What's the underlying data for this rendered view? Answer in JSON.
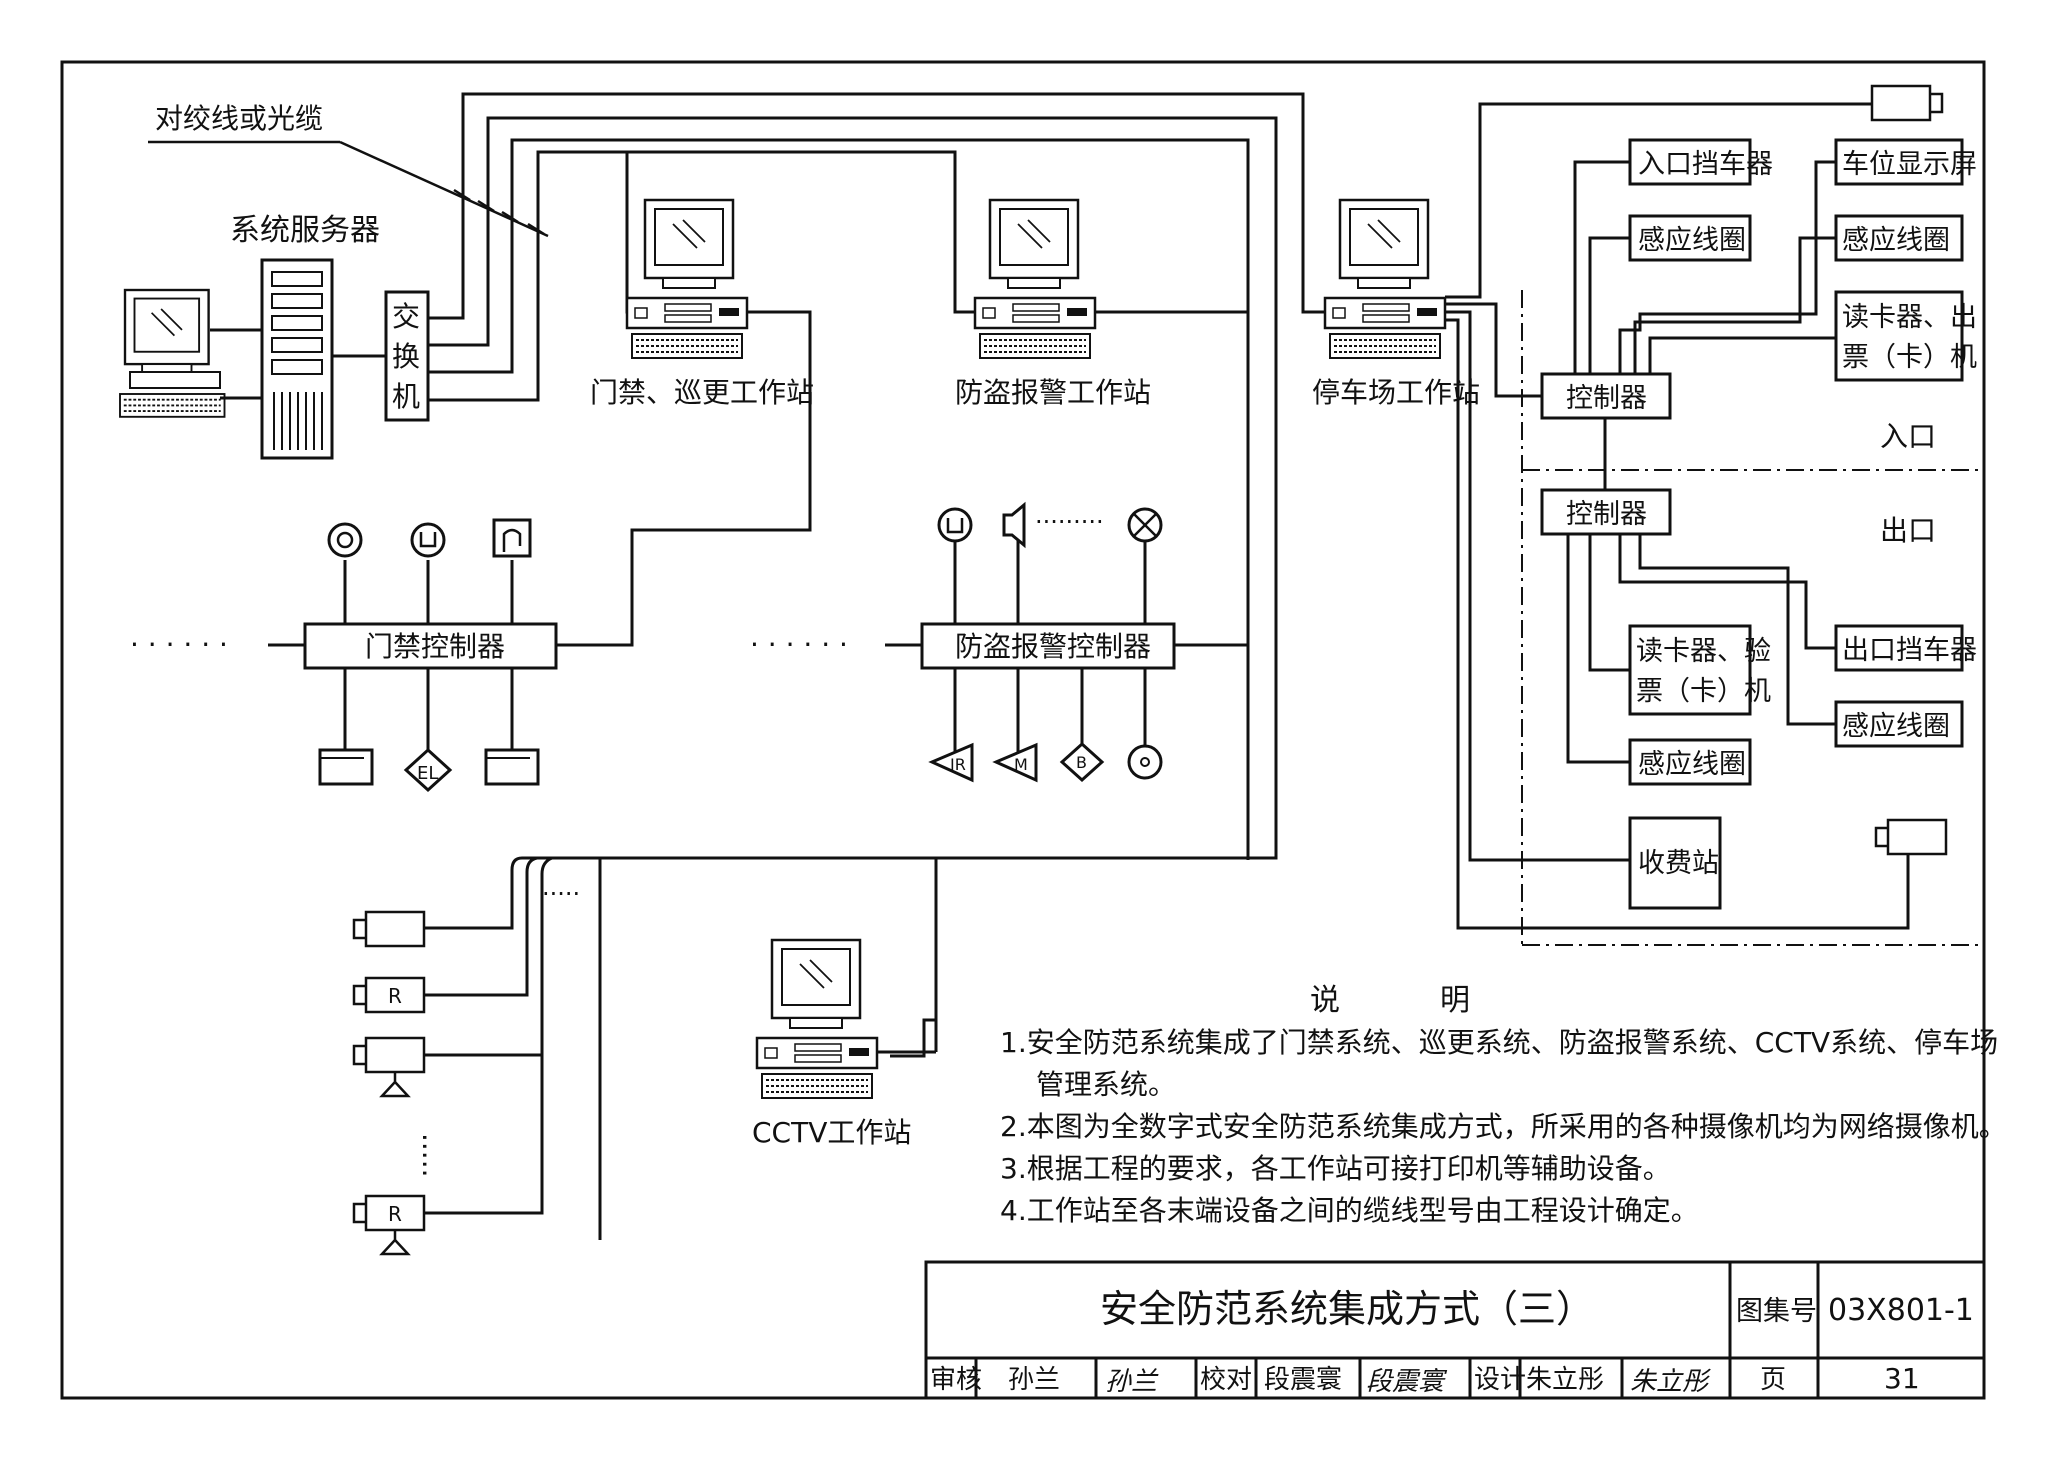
{
  "labels": {
    "cable_note": "对绞线或光缆",
    "server": "系统服务器",
    "switch_chars": [
      "交",
      "换",
      "机"
    ],
    "access_ws": "门禁、巡更工作站",
    "alarm_ws": "防盗报警工作站",
    "parking_ws": "停车场工作站",
    "cctv_ws": "CCTV工作站",
    "access_ctrl": "门禁控制器",
    "alarm_ctrl": "防盗报警控制器",
    "dots": "· · · · · ·",
    "dots_short": "·········",
    "dots_cam": "·····",
    "sym_el": "EL",
    "sym_ir": "IR",
    "sym_m": "M",
    "sym_b": "B",
    "sym_r": "R"
  },
  "parking": {
    "entry_barrier": "入口挡车器",
    "loop_1": "感应线圈",
    "space_display": "车位显示屏",
    "loop_2": "感应线圈",
    "card_issue_l1": "读卡器、出",
    "card_issue_l2": "票（卡）机",
    "controller_in": "控制器",
    "controller_out": "控制器",
    "entrance": "入口",
    "exit": "出口",
    "card_verify_l1": "读卡器、验",
    "card_verify_l2": "票（卡）机",
    "exit_barrier": "出口挡车器",
    "loop_3": "感应线圈",
    "loop_4": "感应线圈",
    "toll_station": "收费站"
  },
  "notes": {
    "title_a": "说",
    "title_b": "明",
    "n1": "1.安全防范系统集成了门禁系统、巡更系统、防盗报警系统、CCTV系统、停车场",
    "n1b": "管理系统。",
    "n2": "2.本图为全数字式安全防范系统集成方式，所采用的各种摄像机均为网络摄像机。",
    "n3": "3.根据工程的要求，各工作站可接打印机等辅助设备。",
    "n4": "4.工作站至各末端设备之间的缆线型号由工程设计确定。"
  },
  "titleblock": {
    "title": "安全防范系统集成方式（三）",
    "atlas_label": "图集号",
    "atlas_no": "03X801-1",
    "review_label": "审核",
    "reviewer": "孙兰",
    "reviewer_sig": "孙兰",
    "check_label": "校对",
    "checker": "段震寰",
    "checker_sig": "段震寰",
    "design_label": "设计",
    "designer": "朱立彤",
    "designer_sig": "朱立彤",
    "page_label": "页",
    "page_no": "31"
  },
  "colors": {
    "line": "#111111",
    "paper": "#ffffff"
  }
}
